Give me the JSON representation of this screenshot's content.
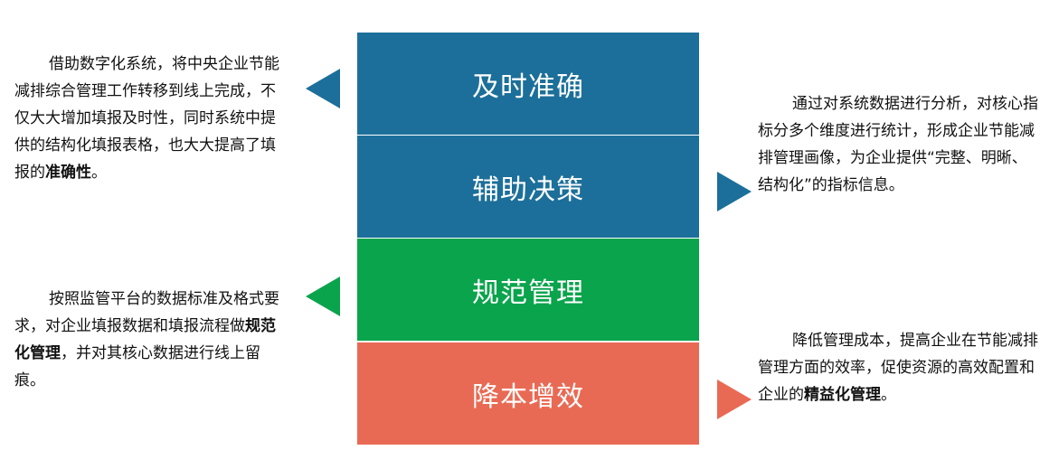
{
  "blocks": [
    {
      "label": "及时准确",
      "color": "#1c6f9a"
    },
    {
      "label": "辅助决策",
      "color": "#1c6f9a"
    },
    {
      "label": "规范管理",
      "color": "#0aa44c"
    },
    {
      "label": "降本增效",
      "color": "#e96a54"
    }
  ],
  "texts": [
    {
      "plain": "借助数字化系统，将中央企业节能减排综合管理工作转移到线上完成，不仅大大增加填报及时性，同时系统中提供的结构化填报表格，也大大提高了填报的",
      "bold": "准确性",
      "tail": "。"
    },
    {
      "plain": "通过对系统数据进行分析，对核心指标分多个维度进行统计，形成企业节能减排管理画像，为企业提供“完整、明晰、结构化”的指标信息。"
    },
    {
      "plain": "按照监管平台的数据标准及格式要求，对企业填报数据和填报流程做",
      "bold": "规范化管理",
      "tail": "，并对其核心数据进行线上留痕。"
    },
    {
      "plain": "降低管理成本，提高企业在节能减排管理方面的效率，促使资源的高效配置和企业的",
      "bold": "精益化管理",
      "tail": "。"
    }
  ],
  "arrows": [
    {
      "direction": "left",
      "color": "#1c6f9a"
    },
    {
      "direction": "right",
      "color": "#1c6f9a"
    },
    {
      "direction": "left",
      "color": "#0aa44c"
    },
    {
      "direction": "right",
      "color": "#e96a54"
    }
  ]
}
